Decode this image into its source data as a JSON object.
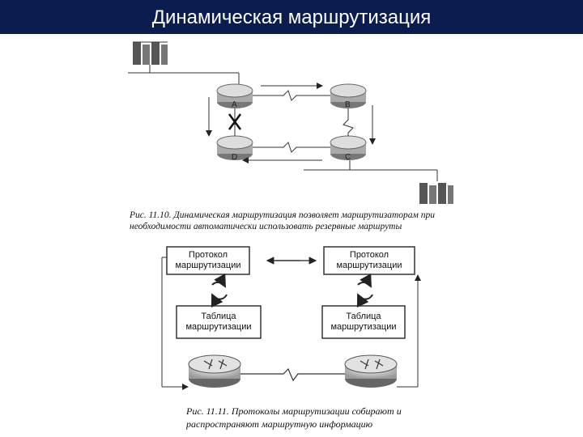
{
  "header": {
    "title": "Динамическая маршрутизация",
    "bg_color": "#0b1d4f"
  },
  "figure1": {
    "routers": [
      "A",
      "B",
      "D",
      "C"
    ],
    "caption": "Рис. 11.10. Динамическая маршрутизация позволяет маршрутизаторам при необходимости автоматически использовать резервные маршруты"
  },
  "figure2": {
    "left_protocol": "Протокол маршрутизации",
    "right_protocol": "Протокол маршрутизации",
    "left_table": "Таблица маршрутизации",
    "right_table": "Таблица маршрутизации",
    "caption": "Рис. 11.11. Протоколы маршрутизации собирают и распространяют маршрутную информацию"
  }
}
